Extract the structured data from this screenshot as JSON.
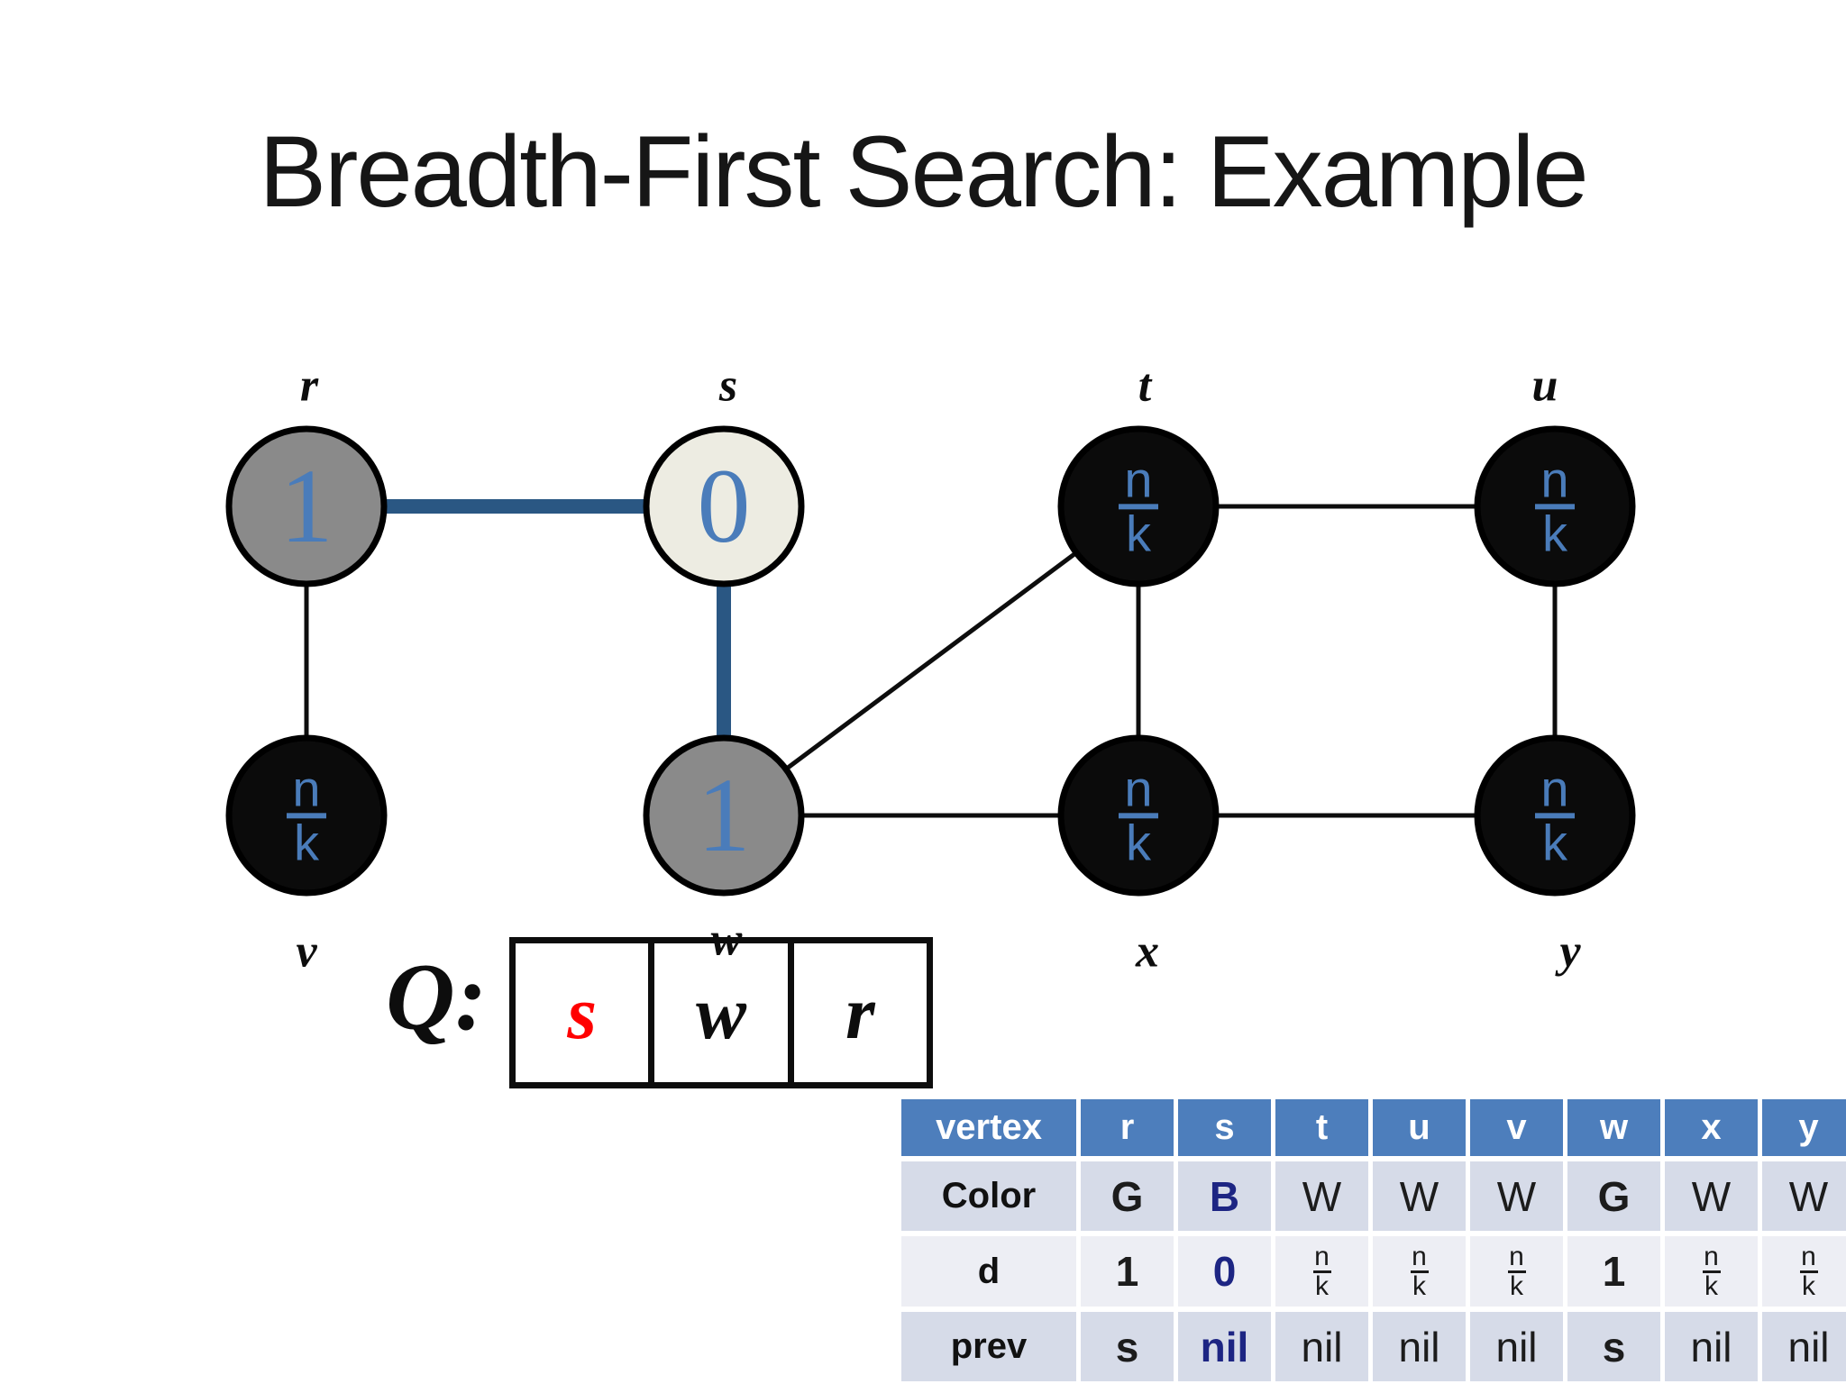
{
  "title": "Breadth-First Search: Example",
  "infinity": {
    "top": "n",
    "bottom": "k"
  },
  "graph": {
    "nodes": [
      {
        "id": "r",
        "label": "r",
        "distance": "1",
        "fill": "gray"
      },
      {
        "id": "s",
        "label": "s",
        "distance": "0",
        "fill": "cream"
      },
      {
        "id": "t",
        "label": "t",
        "distance": "n/k",
        "fill": "black"
      },
      {
        "id": "u",
        "label": "u",
        "distance": "n/k",
        "fill": "black"
      },
      {
        "id": "v",
        "label": "v",
        "distance": "n/k",
        "fill": "black"
      },
      {
        "id": "w",
        "label": "w",
        "distance": "1",
        "fill": "gray"
      },
      {
        "id": "x",
        "label": "x",
        "distance": "n/k",
        "fill": "black"
      },
      {
        "id": "y",
        "label": "y",
        "distance": "n/k",
        "fill": "black"
      }
    ],
    "edges": [
      {
        "from": "r",
        "to": "s",
        "type": "tree"
      },
      {
        "from": "s",
        "to": "w",
        "type": "tree"
      },
      {
        "from": "r",
        "to": "v",
        "type": "plain"
      },
      {
        "from": "t",
        "to": "u",
        "type": "plain"
      },
      {
        "from": "w",
        "to": "t",
        "type": "plain"
      },
      {
        "from": "t",
        "to": "x",
        "type": "plain"
      },
      {
        "from": "u",
        "to": "y",
        "type": "plain"
      },
      {
        "from": "w",
        "to": "x",
        "type": "plain"
      },
      {
        "from": "x",
        "to": "y",
        "type": "plain"
      }
    ]
  },
  "queue": {
    "label": "Q:",
    "items": [
      {
        "value": "s",
        "color": "#ff0000"
      },
      {
        "value": "w",
        "color": "#0d0d0d"
      },
      {
        "value": "r",
        "color": "#0d0d0d"
      }
    ]
  },
  "table": {
    "header": [
      "vertex",
      "r",
      "s",
      "t",
      "u",
      "v",
      "w",
      "x",
      "y"
    ],
    "rows": [
      {
        "label": "Color",
        "values": [
          "G",
          "B",
          "W",
          "W",
          "W",
          "G",
          "W",
          "W"
        ]
      },
      {
        "label": "d",
        "values": [
          "1",
          "0",
          "n/k",
          "n/k",
          "n/k",
          "1",
          "n/k",
          "n/k"
        ]
      },
      {
        "label": "prev",
        "values": [
          "s",
          "nil",
          "nil",
          "nil",
          "nil",
          "s",
          "nil",
          "nil"
        ]
      }
    ]
  },
  "colors": {
    "node_value_blue": "#4a7cba",
    "tree_edge_blue": "#2a5783",
    "plain_edge_black": "#0d0d0d",
    "queue_head_red": "#ff0000",
    "table_header_blue": "#4d7ebc",
    "table_row_dark": "#d6dbe8",
    "table_row_light": "#edeef4",
    "table_navy_text": "#1d2583",
    "node_gray": "#8a8a8a",
    "node_cream": "#edece2",
    "node_black": "#0b0b0b"
  }
}
